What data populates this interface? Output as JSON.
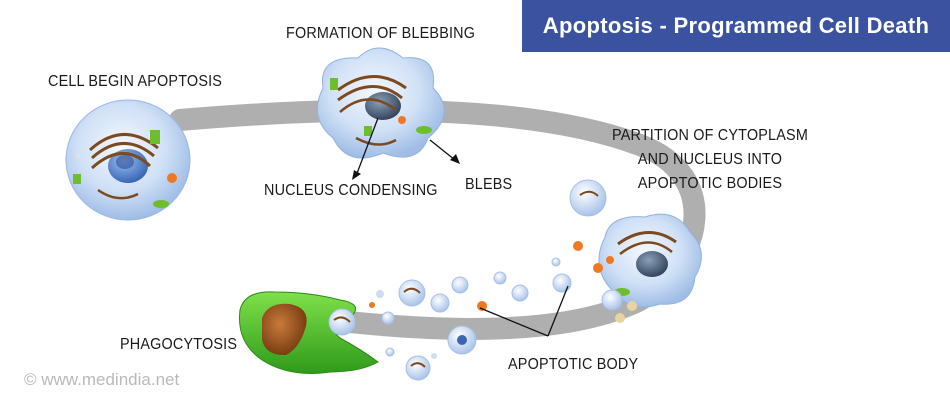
{
  "title": "Apoptosis - Programmed Cell Death",
  "labels": {
    "cell_begin": "CELL BEGIN APOPTOSIS",
    "blebbing": "FORMATION OF BLEBBING",
    "nucleus_condensing": "NUCLEUS CONDENSING",
    "blebs": "BLEBS",
    "partition_line1": "PARTITION OF CYTOPLASM",
    "partition_line2": "AND NUCLEUS INTO",
    "partition_line3": "APOPTOTIC BODIES",
    "phagocytosis": "PHAGOCYTOSIS",
    "apoptotic_body": "APOPTOTIC BODY"
  },
  "watermark": "©  www.medindia.net",
  "colors": {
    "banner": "#3b52a0",
    "path": "#9e9e9e",
    "cell_fill": "#bcd3ef",
    "nucleus": "#5f86c8",
    "organelle_brown": "#8a5a2c",
    "phagocyte": "#52c52c"
  }
}
